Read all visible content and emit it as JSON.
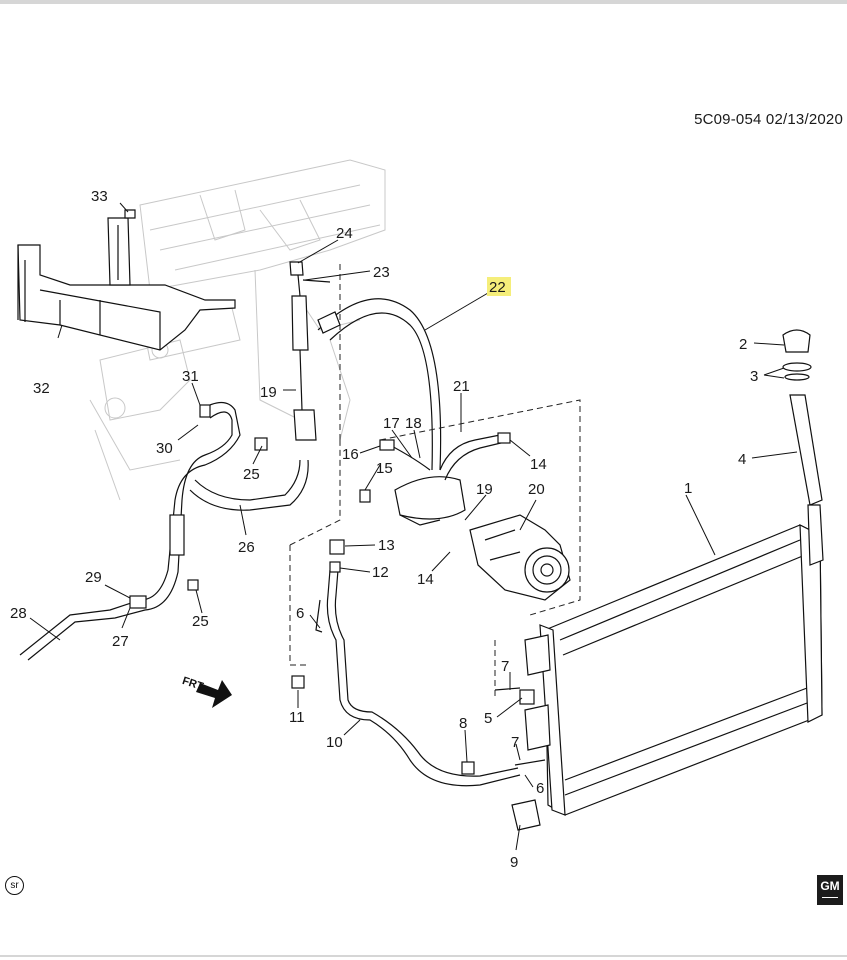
{
  "reference": "5C09-054  02/13/2020",
  "highlight_color": "#f5ee7a",
  "callouts": [
    {
      "id": "c1",
      "label": "1"
    },
    {
      "id": "c2",
      "label": "2"
    },
    {
      "id": "c3",
      "label": "3"
    },
    {
      "id": "c4",
      "label": "4"
    },
    {
      "id": "c5",
      "label": "5"
    },
    {
      "id": "c6a",
      "label": "6"
    },
    {
      "id": "c6b",
      "label": "6"
    },
    {
      "id": "c7a",
      "label": "7"
    },
    {
      "id": "c7b",
      "label": "7"
    },
    {
      "id": "c8",
      "label": "8"
    },
    {
      "id": "c9",
      "label": "9"
    },
    {
      "id": "c10",
      "label": "10"
    },
    {
      "id": "c11",
      "label": "11"
    },
    {
      "id": "c12",
      "label": "12"
    },
    {
      "id": "c13",
      "label": "13"
    },
    {
      "id": "c14a",
      "label": "14"
    },
    {
      "id": "c14b",
      "label": "14"
    },
    {
      "id": "c15",
      "label": "15"
    },
    {
      "id": "c16",
      "label": "16"
    },
    {
      "id": "c17",
      "label": "17"
    },
    {
      "id": "c18",
      "label": "18"
    },
    {
      "id": "c19a",
      "label": "19"
    },
    {
      "id": "c19b",
      "label": "19"
    },
    {
      "id": "c20",
      "label": "20"
    },
    {
      "id": "c21",
      "label": "21"
    },
    {
      "id": "c22",
      "label": "22",
      "highlighted": true
    },
    {
      "id": "c23",
      "label": "23"
    },
    {
      "id": "c24",
      "label": "24"
    },
    {
      "id": "c25a",
      "label": "25"
    },
    {
      "id": "c25b",
      "label": "25"
    },
    {
      "id": "c26",
      "label": "26"
    },
    {
      "id": "c27",
      "label": "27"
    },
    {
      "id": "c28",
      "label": "28"
    },
    {
      "id": "c29",
      "label": "29"
    },
    {
      "id": "c30",
      "label": "30"
    },
    {
      "id": "c31",
      "label": "31"
    },
    {
      "id": "c32",
      "label": "32"
    },
    {
      "id": "c33",
      "label": "33"
    }
  ],
  "frt_label": "FRT",
  "sr_mark": "sr",
  "logo_text": "GM"
}
